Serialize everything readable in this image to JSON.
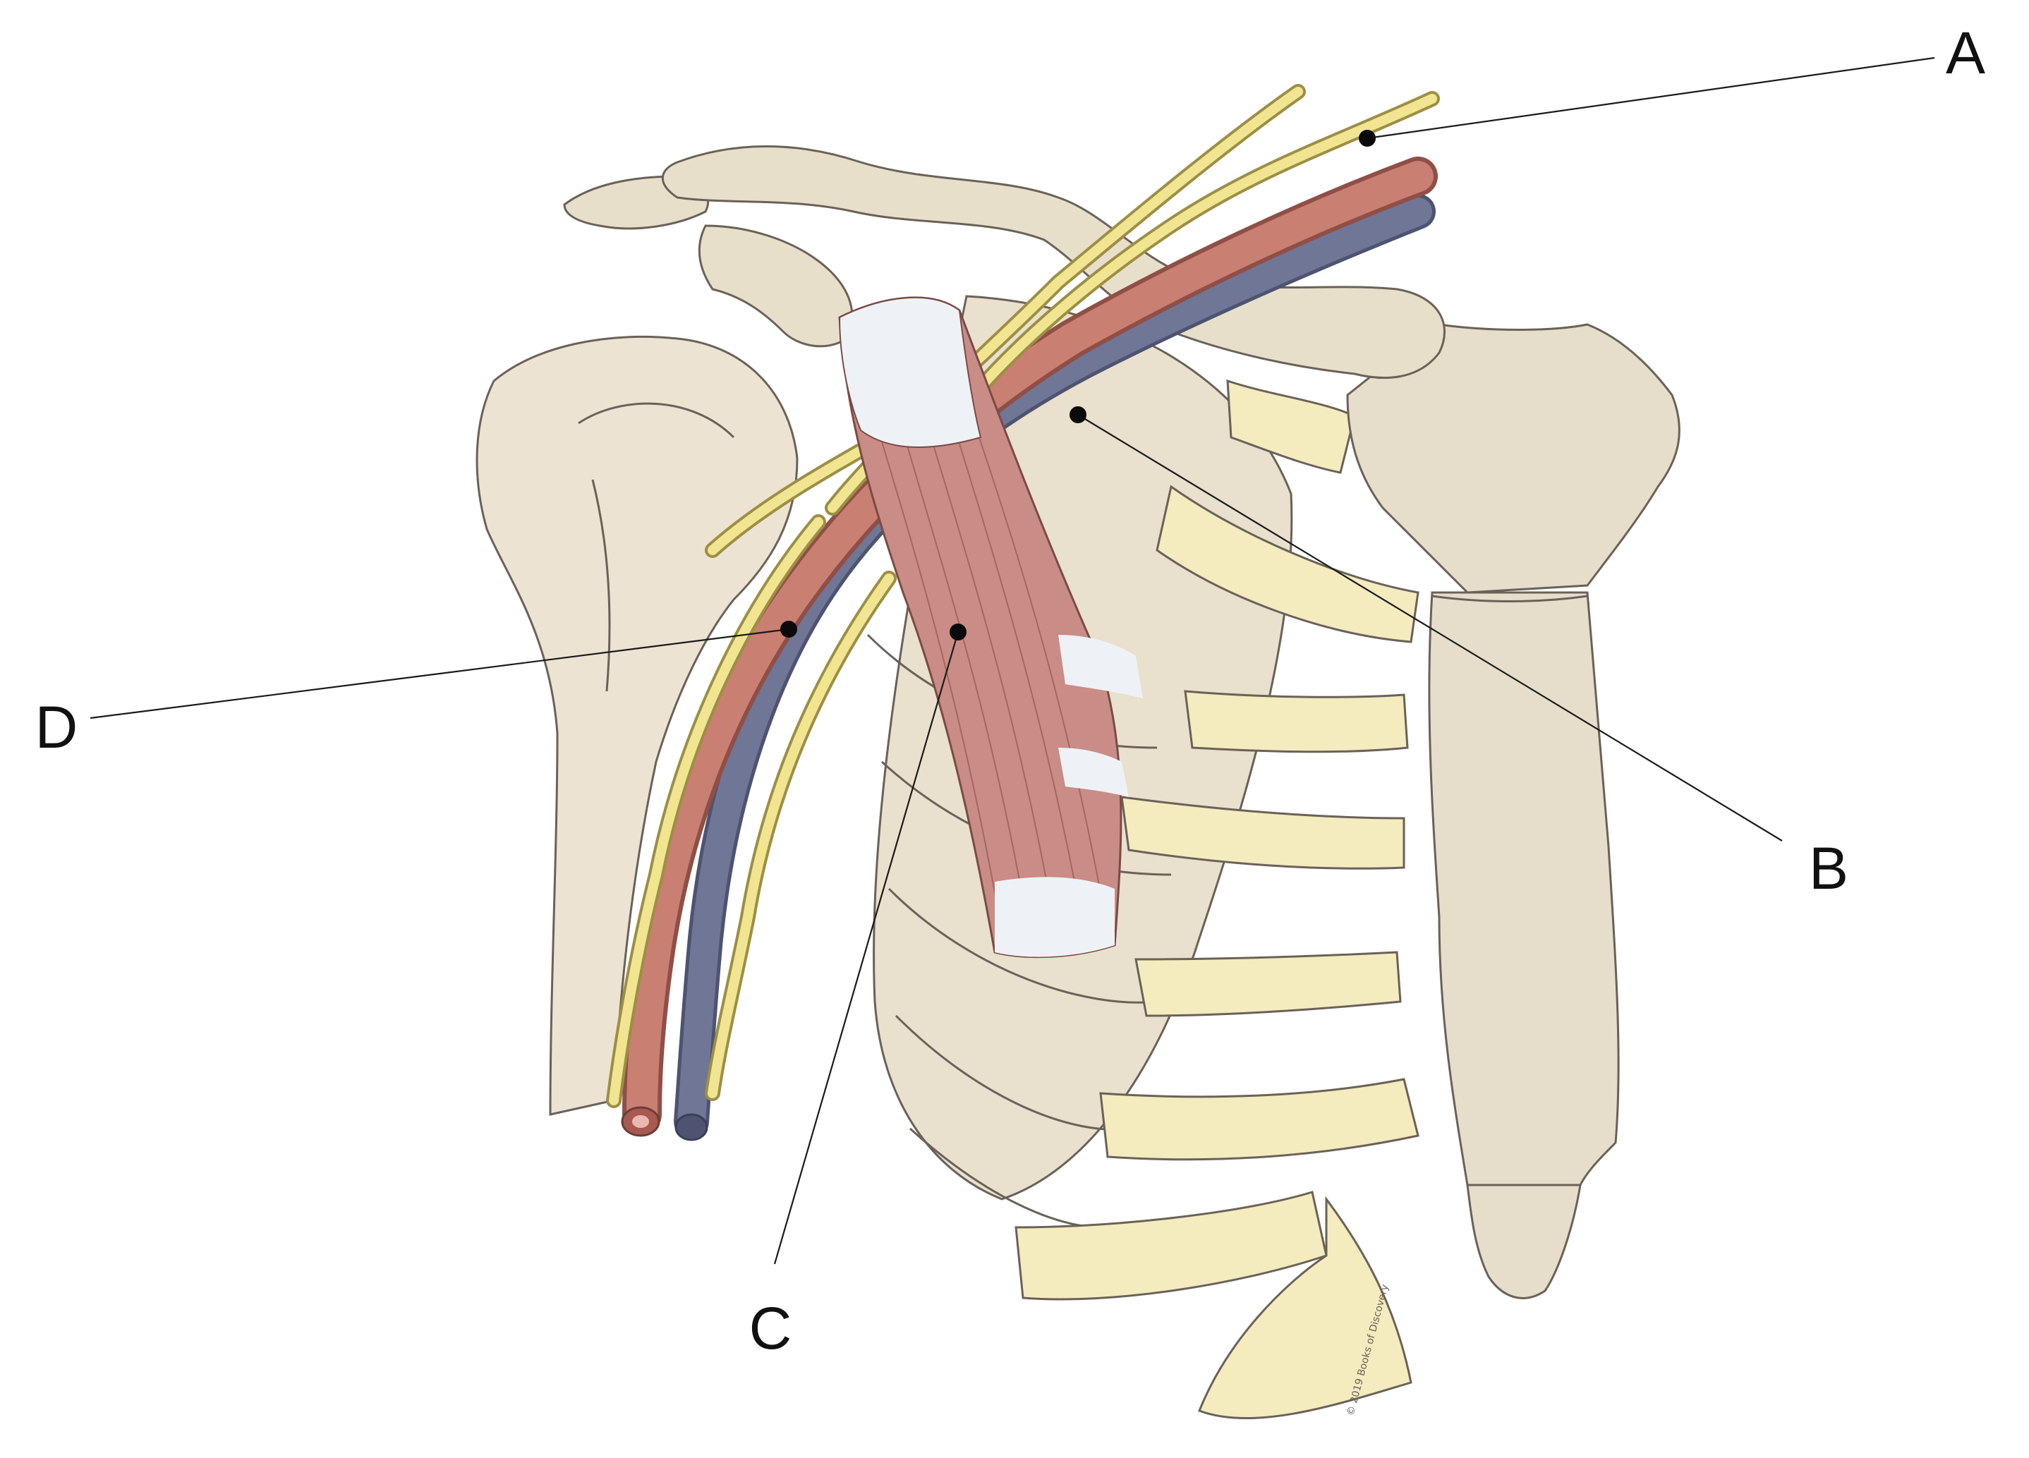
{
  "figure": {
    "labels": [
      {
        "id": "A",
        "text": "A"
      },
      {
        "id": "B",
        "text": "B"
      },
      {
        "id": "C",
        "text": "C"
      },
      {
        "id": "D",
        "text": "D"
      }
    ],
    "copyright": "© 2019 Books of Discovery"
  },
  "colors": {
    "bone": "#ece3d2",
    "bone_shadow": "#ddd2bd",
    "rib_cartilage": "#f4ebbf",
    "nerve": "#f2e592",
    "artery": "#c97f72",
    "vein": "#6f7696",
    "muscle": "#c98c86",
    "tendon": "#eef2f6",
    "outline": "#6a6258"
  }
}
